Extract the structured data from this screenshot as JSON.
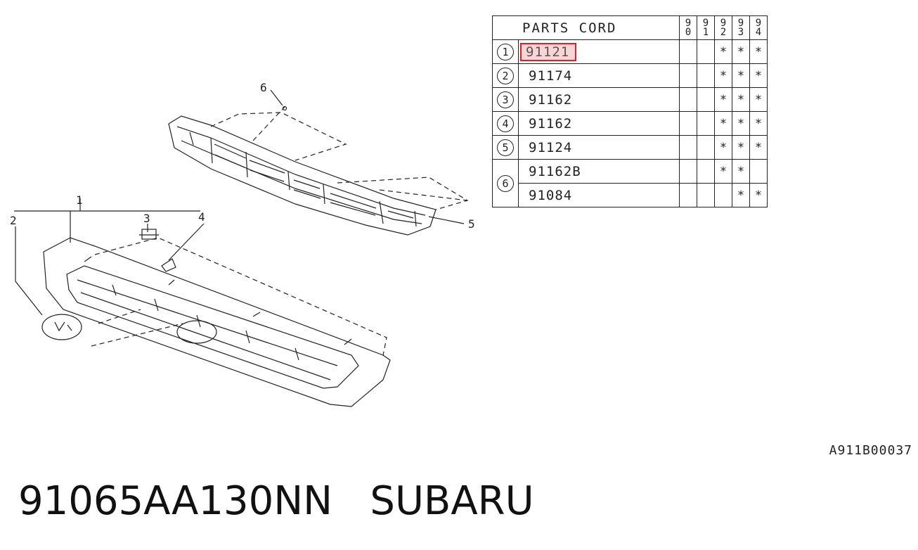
{
  "callouts": [
    "1",
    "2",
    "3",
    "4",
    "5",
    "6"
  ],
  "table": {
    "header": "PARTS CORD",
    "years": [
      [
        "9",
        "0"
      ],
      [
        "9",
        "1"
      ],
      [
        "9",
        "2"
      ],
      [
        "9",
        "3"
      ],
      [
        "9",
        "4"
      ]
    ],
    "rows": [
      {
        "index": "1",
        "code": "91121",
        "highlighted": true,
        "marks": [
          "",
          "",
          "*",
          "*",
          "*"
        ]
      },
      {
        "index": "2",
        "code": "91174",
        "marks": [
          "",
          "",
          "*",
          "*",
          "*"
        ]
      },
      {
        "index": "3",
        "code": "91162",
        "marks": [
          "",
          "",
          "*",
          "*",
          "*"
        ]
      },
      {
        "index": "4",
        "code": "91162",
        "marks": [
          "",
          "",
          "*",
          "*",
          "*"
        ]
      },
      {
        "index": "5",
        "code": "91124",
        "marks": [
          "",
          "",
          "*",
          "*",
          "*"
        ]
      },
      {
        "index": "6",
        "code": "91162B",
        "marks": [
          "",
          "",
          "*",
          "*",
          ""
        ]
      },
      {
        "index": "",
        "code": "91084",
        "marks": [
          "",
          "",
          "",
          "*",
          "*"
        ]
      }
    ]
  },
  "catalog_number": "A911B00037",
  "caption": "91065AA130NN   SUBARU",
  "colors": {
    "line": "#222222",
    "highlight_border": "#e02020",
    "highlight_fill": "#f9d5d7"
  }
}
